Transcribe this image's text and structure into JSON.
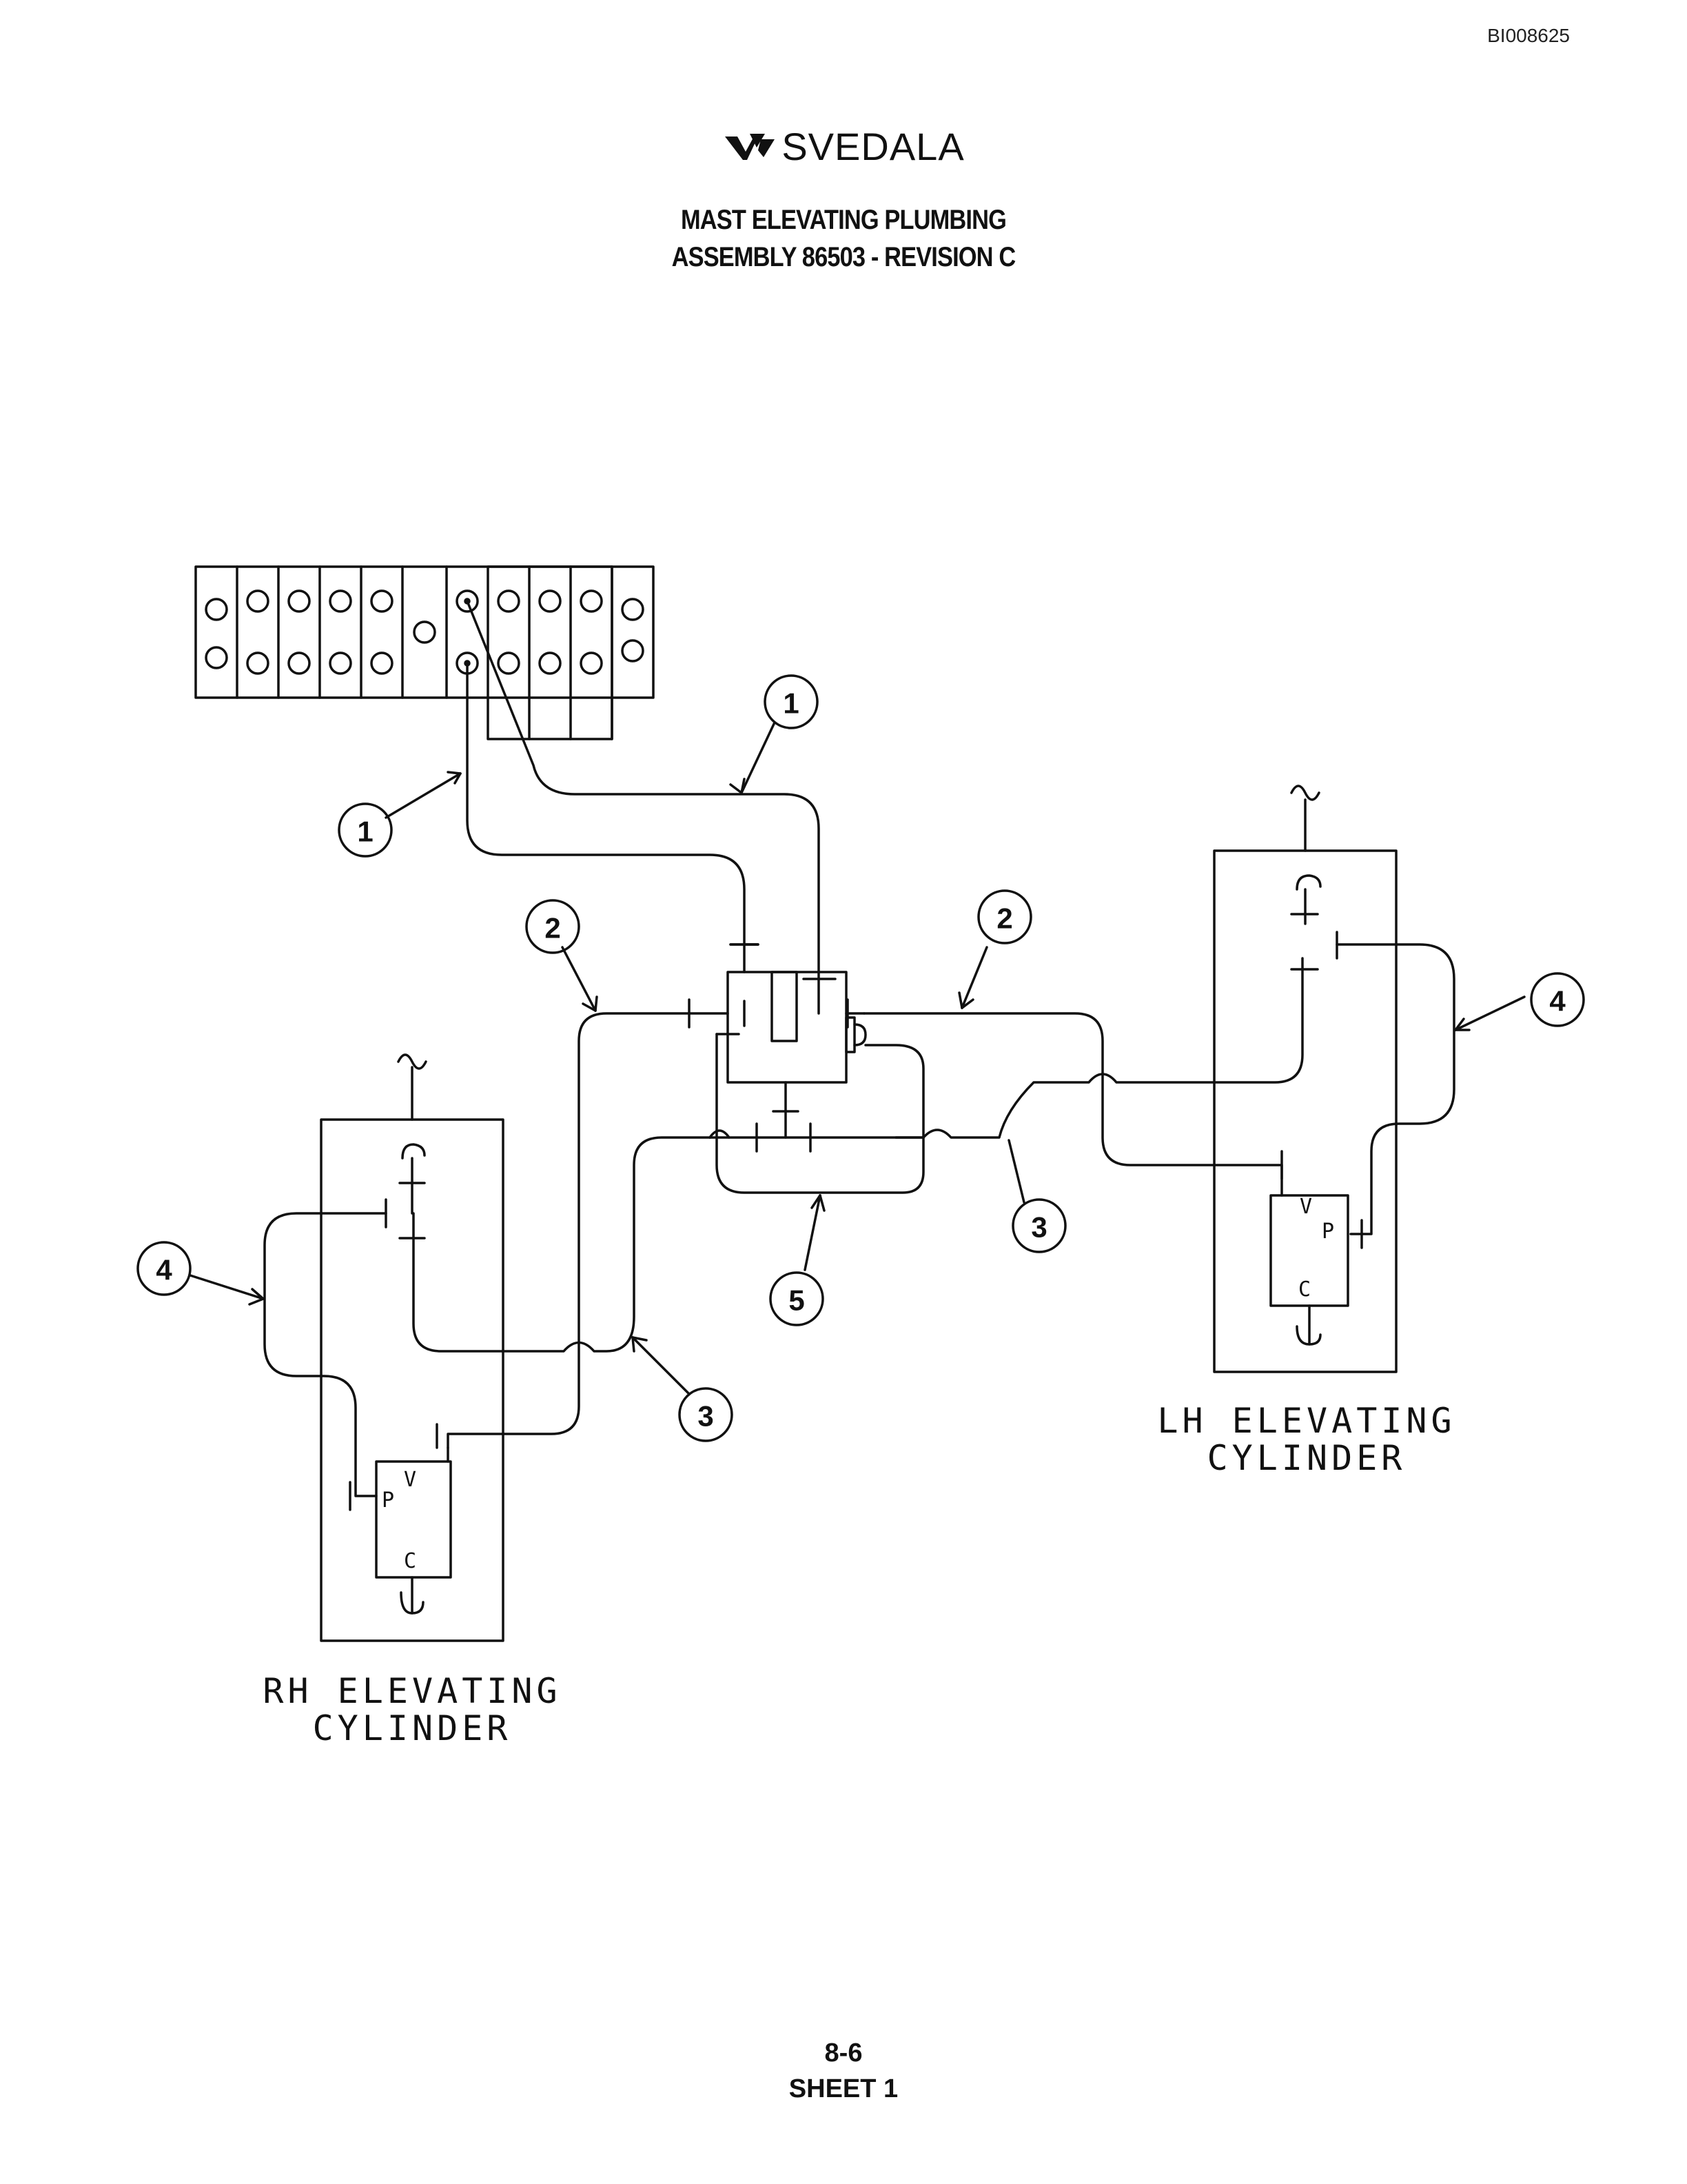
{
  "document": {
    "id": "BI008625",
    "brand": "SVEDALA",
    "title_line1": "MAST ELEVATING PLUMBING",
    "title_line2": "ASSEMBLY 86503 - REVISION C",
    "page_number": "8-6",
    "sheet": "SHEET 1"
  },
  "diagram": {
    "lh_cylinder": {
      "label_line1": "LH ELEVATING",
      "label_line2": "CYLINDER"
    },
    "rh_cylinder": {
      "label_line1": "RH ELEVATING",
      "label_line2": "CYLINDER"
    },
    "ports": {
      "v": "V",
      "p": "P",
      "c": "C"
    },
    "callouts": [
      "1",
      "1",
      "2",
      "2",
      "3",
      "3",
      "4",
      "4",
      "5"
    ]
  },
  "colors": {
    "ink": "#111111",
    "paper": "#ffffff"
  }
}
